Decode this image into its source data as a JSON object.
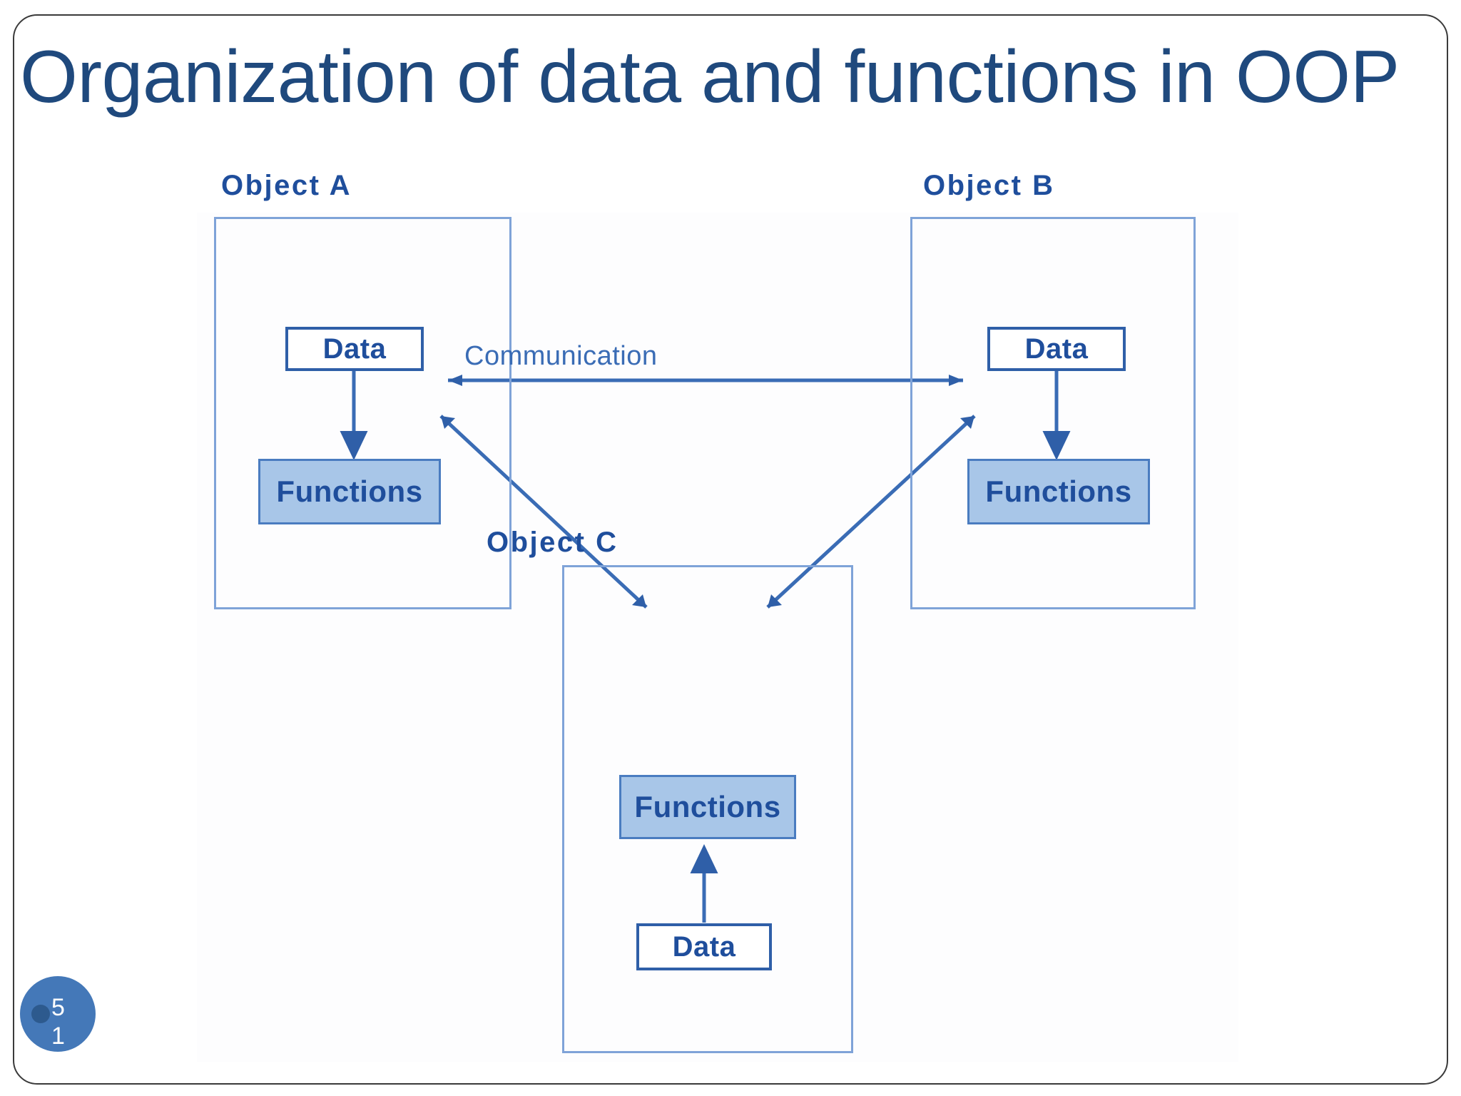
{
  "slide": {
    "title": "Organization of data and functions in OOP",
    "page_number": "51",
    "title_color": "#1F497D",
    "badge_color": "#4478B8",
    "badge_dot_color": "#2D5A8E"
  },
  "diagram": {
    "type": "block-diagram",
    "description": "Three objects, each encapsulating Data and Functions, communicating with each other",
    "line_color": "#3a6cb5",
    "box_fill": "#a8c6e8",
    "box_border": "#2f5fa8",
    "communication_label": "Communication",
    "objects": [
      {
        "id": "A",
        "label": "Object  A",
        "members": [
          {
            "name": "Data",
            "kind": "data",
            "style": "outline"
          },
          {
            "name": "Functions",
            "kind": "functions",
            "style": "filled"
          }
        ],
        "internal_flow": "Data -> Functions"
      },
      {
        "id": "B",
        "label": "Object  B",
        "members": [
          {
            "name": "Data",
            "kind": "data",
            "style": "outline"
          },
          {
            "name": "Functions",
            "kind": "functions",
            "style": "filled"
          }
        ],
        "internal_flow": "Data -> Functions"
      },
      {
        "id": "C",
        "label": "Object  C",
        "members": [
          {
            "name": "Functions",
            "kind": "functions",
            "style": "filled"
          },
          {
            "name": "Data",
            "kind": "data",
            "style": "outline"
          }
        ],
        "internal_flow": "Data -> Functions"
      }
    ],
    "connections": [
      {
        "from": "A.Functions",
        "to": "B.Functions",
        "label": "Communication",
        "arrows": "both"
      },
      {
        "from": "A.Functions",
        "to": "C.Functions",
        "label": "",
        "arrows": "both"
      },
      {
        "from": "B.Functions",
        "to": "C.Functions",
        "label": "",
        "arrows": "both"
      }
    ]
  }
}
